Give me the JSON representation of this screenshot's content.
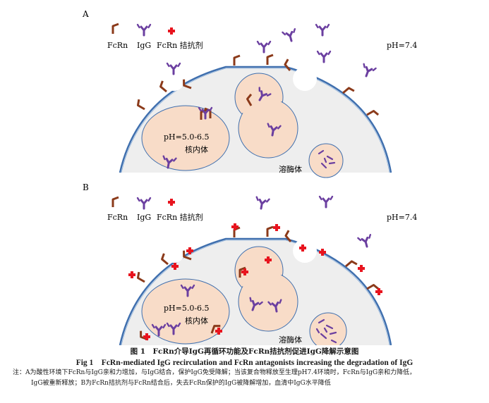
{
  "panels": [
    {
      "letter": "A",
      "legend": {
        "fcrn": "FcRn",
        "igg": "IgG",
        "antagonist": "FcRn 拮抗剂"
      },
      "ph_outside": "pH=7.4",
      "ph_endosome": "pH=5.0-6.5",
      "endosome": "核内体",
      "lysosome": "溶酶体"
    },
    {
      "letter": "B",
      "legend": {
        "fcrn": "FcRn",
        "igg": "IgG",
        "antagonist": "FcRn 拮抗剂"
      },
      "ph_outside": "pH=7.4",
      "ph_endosome": "pH=5.0-6.5",
      "endosome": "核内体",
      "lysosome": "溶酶体"
    }
  ],
  "caption": {
    "cn": "图 1　FcRn介导IgG再循环功能及FcRn拮抗剂促进IgG降解示意图",
    "en": "Fig 1　FcRn-mediated IgG recirculation and FcRn antagonists increasing the degradation of IgG"
  },
  "note": {
    "line1": "注：A为酸性环境下FcRn与IgG亲和力增加，与IgG结合，保护IgG免受降解；当该复合物释放至生理pH7.4环境时，FcRn与IgG亲和力降低，",
    "line2": "IgG被重新释放；B为FcRn拮抗剂与FcRn结合后，失去FcRn保护的IgG被降解增加，血清中IgG水平降低"
  },
  "colors": {
    "igg": "#6b3fa0",
    "fcrn": "#8b3a1a",
    "antagonist": "#e8141e",
    "membrane": "#3f6fae",
    "cell_fill": "#eeeeee",
    "endosome_fill": "#f8dcc8"
  }
}
